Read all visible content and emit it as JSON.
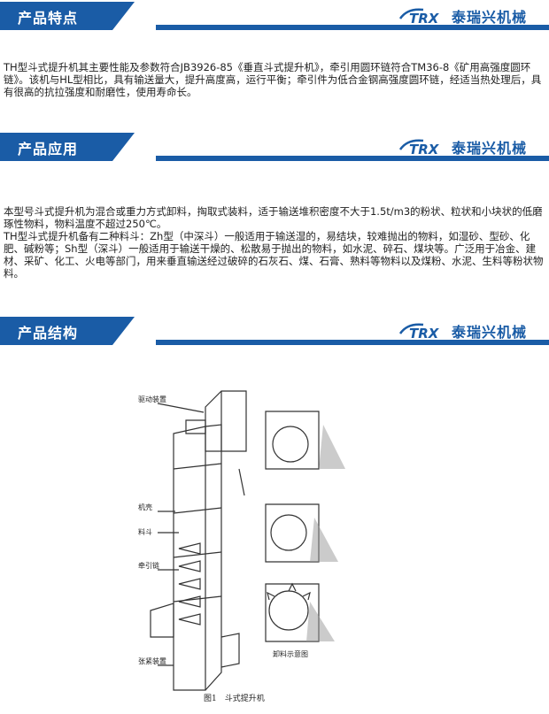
{
  "sections": [
    {
      "title": "产品特点",
      "brand": "泰瑞兴机械",
      "logo_text": "TRX"
    },
    {
      "title": "产品应用",
      "brand": "泰瑞兴机械",
      "logo_text": "TRX"
    },
    {
      "title": "产品结构",
      "brand": "泰瑞兴机械",
      "logo_text": "TRX"
    }
  ],
  "features": {
    "text": "TH型斗式提升机其主要性能及参数符合JB3926-85《垂直斗式提升机》，牵引用圆环链符合TM36-8《矿用高强度圆环链》。该机与HL型相比，具有输送量大，提升高度高，运行平衡；牵引件为低合金钢高强度圆环链，经适当热处理后，具有很高的抗拉强度和耐磨性，使用寿命长。"
  },
  "application": {
    "paragraphs": [
      "本型号斗式提升机为混合或重力方式卸料，掏取式装料，适于输送堆积密度不大于1.5t/m3的粉状、粒状和小块状的低磨琢性物料，物料温度不超过250℃。",
      "TH型斗式提升机备有二种料斗：Zh型（中深斗）一般适用于输送湿的，易结块，较难抛出的物料，如湿砂、型砂、化肥、碱粉等；Sh型（深斗）一般适用于输送干燥的、松散易于抛出的物料，如水泥、碎石、煤块等。广泛用于冶金、建材、采矿、化工、火电等部门，用来垂直输送经过破碎的石灰石、煤、石膏、熟料等物料以及煤粉、水泥、生料等粉状物料。"
    ]
  },
  "figure": {
    "labels": {
      "drive": "驱动装置",
      "casing": "机壳",
      "bucket": "料斗",
      "chain": "牵引链",
      "tension": "张紧装置",
      "discharge": "卸料示意图"
    },
    "caption": "图1　斗式提升机"
  },
  "colors": {
    "banner": "#1a5ca6",
    "text": "#222222"
  }
}
